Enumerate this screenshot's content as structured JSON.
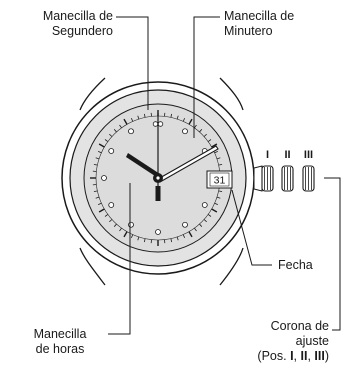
{
  "labels": {
    "second_hand": [
      "Manecilla de",
      "Segundero"
    ],
    "minute_hand": [
      "Manecilla de",
      "Minutero"
    ],
    "date": "Fecha",
    "hour_hand": [
      "Manecilla",
      "de horas"
    ],
    "crown": [
      "Corona de",
      "ajuste"
    ],
    "crown_positions": {
      "prefix": "(Pos. ",
      "pos1": "I",
      "sep1": ", ",
      "pos2": "II",
      "sep2": ", ",
      "pos3": "III",
      "suffix": ")"
    }
  },
  "date_window": "31",
  "crown_position_markers": [
    "I",
    "II",
    "III"
  ],
  "colors": {
    "line": "#1a1a1a",
    "bezel": "#e3e3e3",
    "dial": "#dcdcdc",
    "background": "#ffffff"
  }
}
